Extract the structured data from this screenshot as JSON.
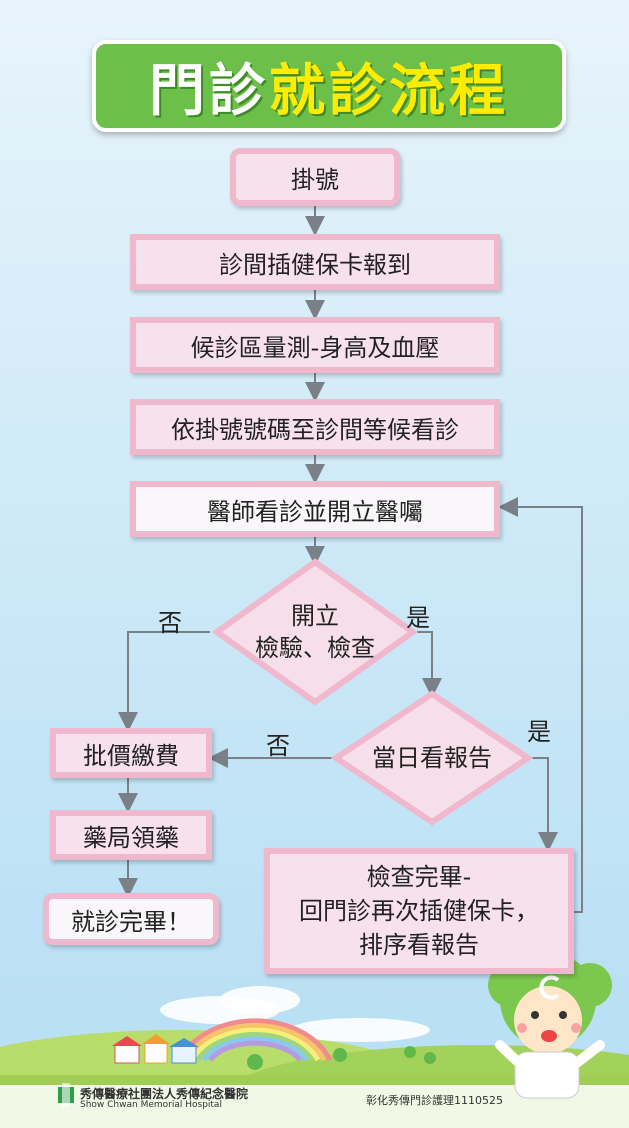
{
  "title": {
    "part1": "門診",
    "part2": "就診流程"
  },
  "steps": {
    "register": "掛號",
    "checkin": "診間插健保卡報到",
    "measure": "候診區量測-身高及血壓",
    "wait": "依掛號號碼至診間等候看診",
    "consult": "醫師看診並開立醫囑",
    "pay": "批價繳費",
    "pharmacy": "藥局領藥",
    "done": "就診完畢！",
    "return_line1": "檢查完畢-",
    "return_line2": "回門診再次插健保卡，",
    "return_line3": "排序看報告"
  },
  "decisions": {
    "exam_line1": "開立",
    "exam_line2": "檢驗、檢查",
    "report": "當日看報告"
  },
  "branch_labels": {
    "no1": "否",
    "yes1": "是",
    "no2": "否",
    "yes2": "是"
  },
  "footer": {
    "hospital_zh": "秀傳醫療社團法人秀傳紀念醫院",
    "hospital_en": "Show Chwan Memorial Hospital",
    "code": "彰化秀傳門診護理1110525"
  }
}
